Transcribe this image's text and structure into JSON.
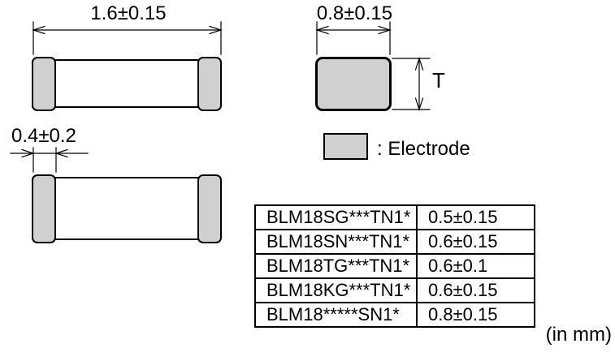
{
  "dims": {
    "length": "1.6±0.15",
    "width": "0.8±0.15",
    "electrode_width": "0.4±0.2",
    "thickness": "T"
  },
  "legend": {
    "label": ": Electrode"
  },
  "thickness_table": {
    "rows": [
      {
        "part": "BLM18SG***TN1*",
        "thickness": "0.5±0.15"
      },
      {
        "part": "BLM18SN***TN1*",
        "thickness": "0.6±0.15"
      },
      {
        "part": "BLM18TG***TN1*",
        "thickness": "0.6±0.1"
      },
      {
        "part": "BLM18KG***TN1*",
        "thickness": "0.6±0.15"
      },
      {
        "part": "BLM18*****SN1*",
        "thickness": "0.8±0.15"
      }
    ]
  },
  "unit_note": "(in mm)",
  "colors": {
    "electrode_fill": "#d0d0d0",
    "line": "#000000",
    "background": "#ffffff"
  }
}
